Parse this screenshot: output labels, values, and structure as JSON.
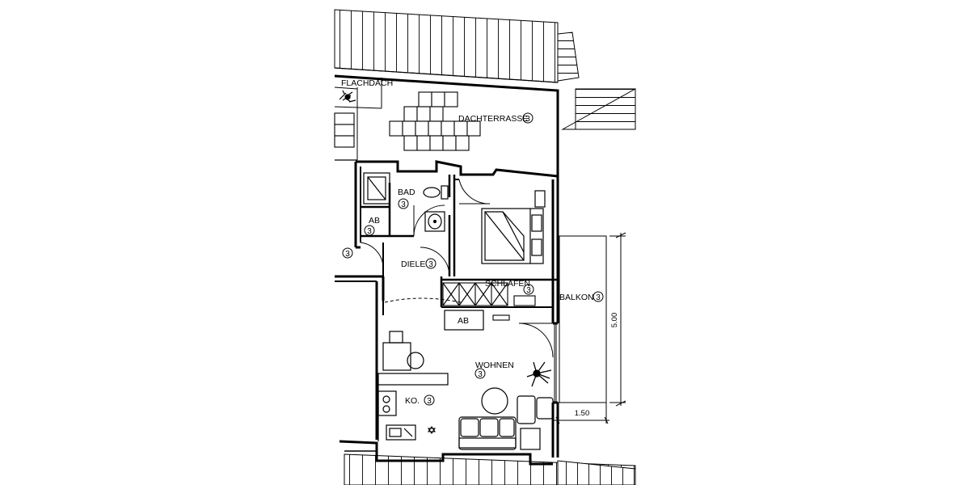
{
  "rooms": {
    "flachdach": {
      "label": "FLACHDACH",
      "marker": ""
    },
    "dachterrasse": {
      "label": "DACHTERRASSE",
      "marker": "3"
    },
    "bad": {
      "label": "BAD",
      "marker": "3"
    },
    "ab1": {
      "label": "AB",
      "marker": "3"
    },
    "diele": {
      "label": "DIELE",
      "marker": "3"
    },
    "schlafen": {
      "label": "SCHLAFEN",
      "marker": "3"
    },
    "balkon": {
      "label": "BALKON",
      "marker": "3"
    },
    "ab2": {
      "label": "AB",
      "marker": ""
    },
    "wohnen": {
      "label": "WOHNEN",
      "marker": "3"
    },
    "kueche": {
      "label": "KO.",
      "marker": "3"
    },
    "flur_left": {
      "label": "",
      "marker": "3"
    }
  },
  "dimensions": {
    "balkon_length": "5.00",
    "balkon_width": "1.50"
  }
}
